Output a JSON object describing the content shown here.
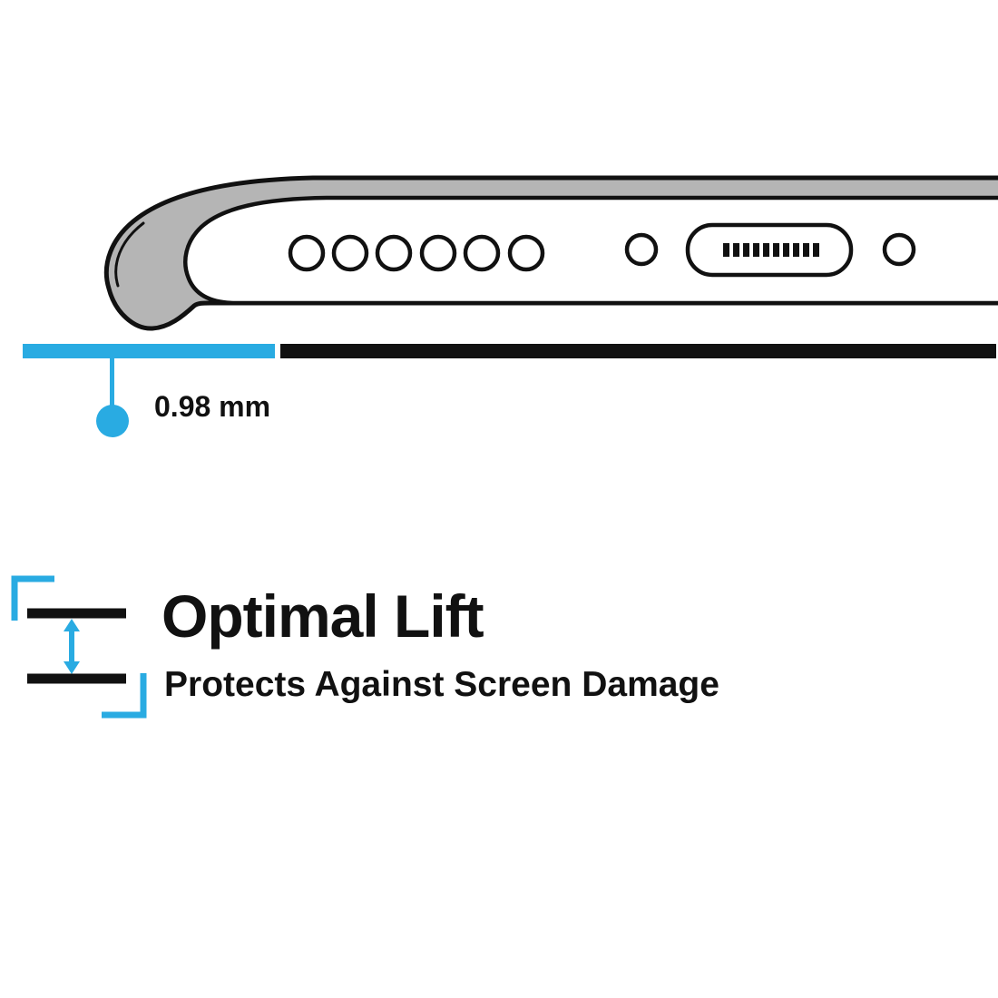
{
  "illustration": {
    "icons": [
      "speaker-holes-icon",
      "screw-hole-left-icon",
      "charging-port-icon",
      "screw-hole-right-icon"
    ]
  },
  "measurement": {
    "value": "0.98 mm"
  },
  "feature": {
    "title": "Optimal Lift",
    "subtitle": "Protects Against Screen Damage"
  },
  "colors": {
    "accent_cyan": "#29ABE2",
    "ink_black": "#111111",
    "case_gray": "#b5b5b5"
  }
}
